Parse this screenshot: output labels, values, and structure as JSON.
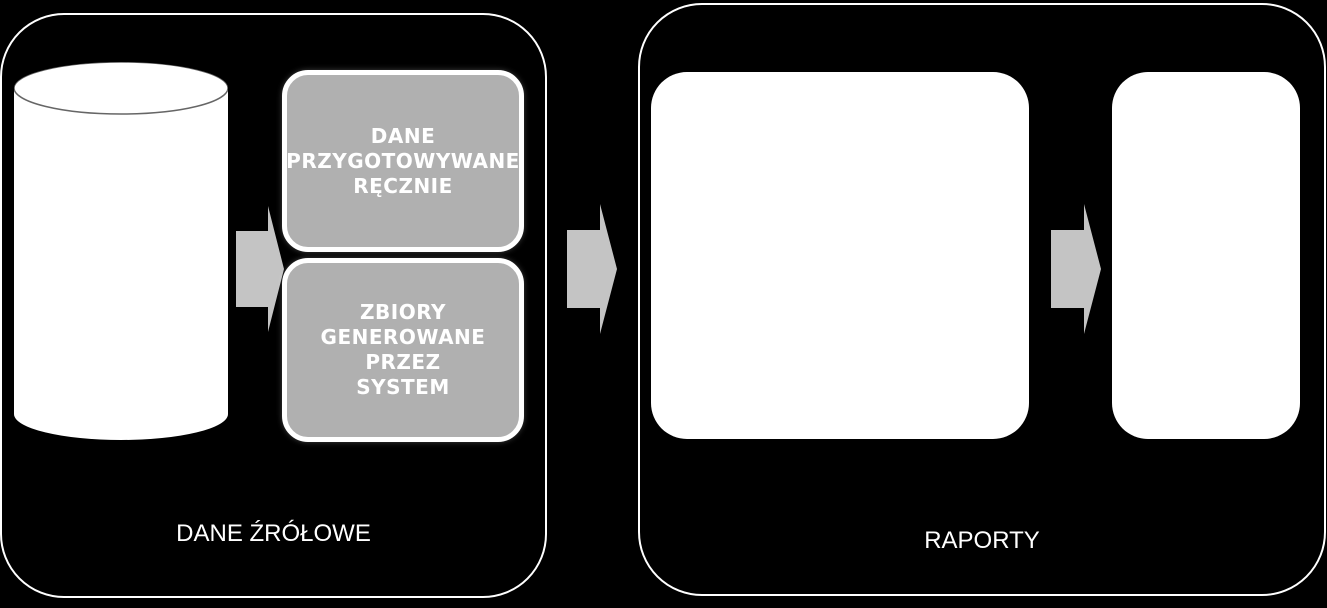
{
  "panels": {
    "source": {
      "title": "DANE ŹRÓŁOWE"
    },
    "reports": {
      "title": "RAPORTY"
    }
  },
  "boxes": {
    "manual": {
      "label": "DANE\nPRZYGOTOWYWANE\nRĘCZNIE"
    },
    "system": {
      "label": "ZBIORY\nGENEROWANE\nPRZEZ\nSYSTEM"
    }
  },
  "colors": {
    "background": "#000000",
    "panel_border": "#ffffff",
    "grey_box": "#b0b0b0",
    "arrow": "#c4c4c4",
    "white_shape": "#ffffff"
  }
}
